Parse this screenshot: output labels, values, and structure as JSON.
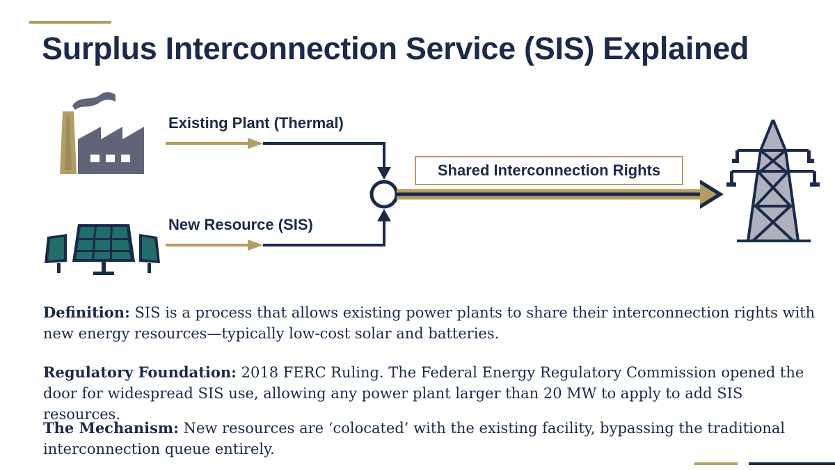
{
  "title": "Surplus Interconnection Service (SIS) Explained",
  "diagram": {
    "existing_plant_label": "Existing Plant (Thermal)",
    "new_resource_label": "New Resource (SIS)",
    "shared_rights_label": "Shared Interconnection Rights",
    "icons": [
      "factory-icon",
      "solar-panel-icon",
      "transmission-tower-icon"
    ]
  },
  "sections": [
    {
      "term": "Definition:",
      "text": " SIS is a process that allows existing power plants to share their interconnection rights with new energy resources—typically low-cost solar and batteries."
    },
    {
      "term": "Regulatory Foundation:",
      "text": " 2018 FERC Ruling. The Federal Energy Regulatory Commission opened the door for widespread SIS use, allowing any power plant larger than 20 MW to apply to add SIS resources."
    },
    {
      "term": "The Mechanism:",
      "text": " New resources are ‘colocated’ with the existing facility, bypassing the traditional interconnection queue entirely."
    }
  ],
  "colors": {
    "navy": "#1b2a4a",
    "gold": "#b39d62",
    "slate": "#5f6479",
    "teal": "#1f6e6a"
  }
}
